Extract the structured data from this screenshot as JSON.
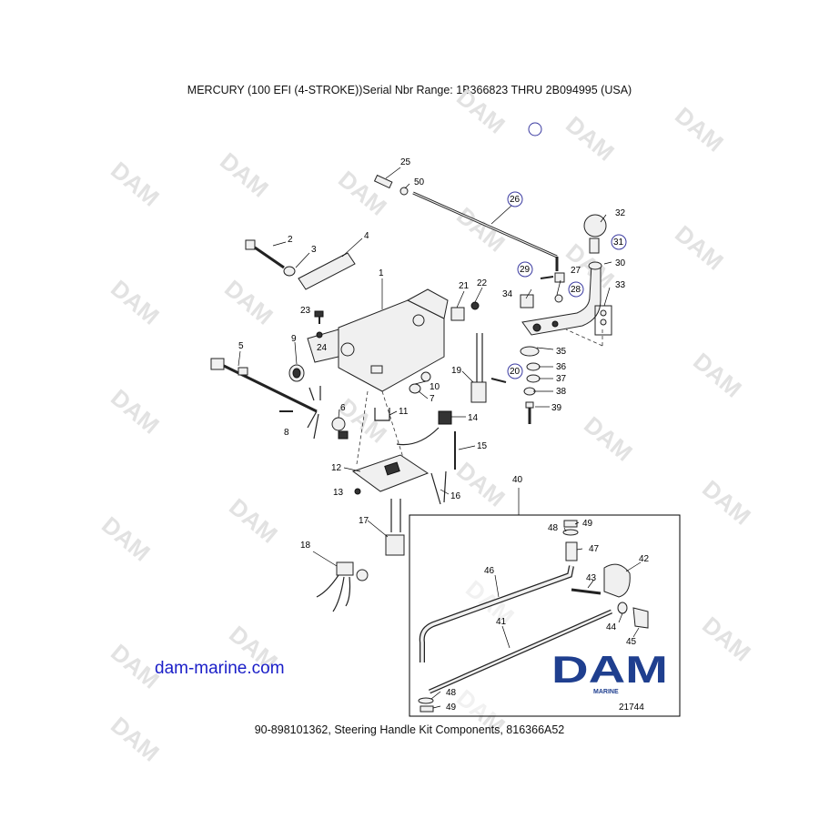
{
  "header": {
    "title": "MERCURY (100 EFI (4-STROKE))Serial Nbr Range: 1B366823 THRU 2B094995 (USA)"
  },
  "footer": {
    "caption": "90-898101362, Steering Handle Kit Components, 816366A52"
  },
  "website": "dam-marine.com",
  "watermark": "DAM",
  "logo": {
    "main": "DAM",
    "sub": "MARINE",
    "color": "#1f3f8f"
  },
  "figure_number": "21744",
  "inset_label": "40",
  "part_labels": {
    "p1": "1",
    "p2": "2",
    "p3": "3",
    "p4": "4",
    "p5": "5",
    "p6": "6",
    "p7": "7",
    "p8": "8",
    "p9": "9",
    "p10": "10",
    "p11": "11",
    "p12": "12",
    "p13": "13",
    "p14": "14",
    "p15": "15",
    "p16": "16",
    "p17": "17",
    "p18": "18",
    "p19": "19",
    "p20": "20",
    "p21": "21",
    "p22": "22",
    "p23": "23",
    "p24": "24",
    "p25": "25",
    "p26": "26",
    "p27": "27",
    "p28": "28",
    "p29": "29",
    "p30": "30",
    "p31": "31",
    "p32": "32",
    "p33": "33",
    "p34": "34",
    "p35": "35",
    "p36": "36",
    "p37": "37",
    "p38": "38",
    "p39": "39",
    "p41": "41",
    "p42": "42",
    "p43": "43",
    "p44": "44",
    "p45": "45",
    "p46": "46",
    "p47": "47",
    "p48a": "48",
    "p49a": "49",
    "p48b": "48",
    "p49b": "49",
    "p50": "50"
  },
  "highlight_color": "#3a3aa0"
}
